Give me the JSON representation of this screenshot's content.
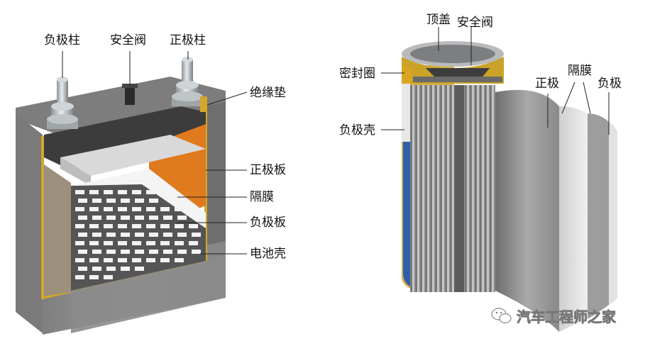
{
  "left_diagram": {
    "labels": {
      "negative_post": "负极柱",
      "safety_valve": "安全阀",
      "positive_post": "正极柱",
      "insulation_pad": "绝缘垫",
      "positive_plate": "正极板",
      "separator": "隔膜",
      "negative_plate": "负极板",
      "battery_case": "电池壳"
    }
  },
  "right_diagram": {
    "labels": {
      "top_cap": "顶盖",
      "safety_valve": "安全阀",
      "seal_ring": "密封圈",
      "negative_case": "负极壳",
      "positive": "正极",
      "separator": "隔膜",
      "negative": "负极"
    }
  },
  "watermark": {
    "text": "汽车工程师之家",
    "icon": "wechat-logo-icon"
  },
  "colors": {
    "case_gray": "#8a8a8a",
    "dark_gray": "#4a4a4a",
    "orange": "#e07a1e",
    "gold": "#c9a227",
    "blue": "#2f5fa8",
    "plate_white": "#f2f2f2"
  }
}
